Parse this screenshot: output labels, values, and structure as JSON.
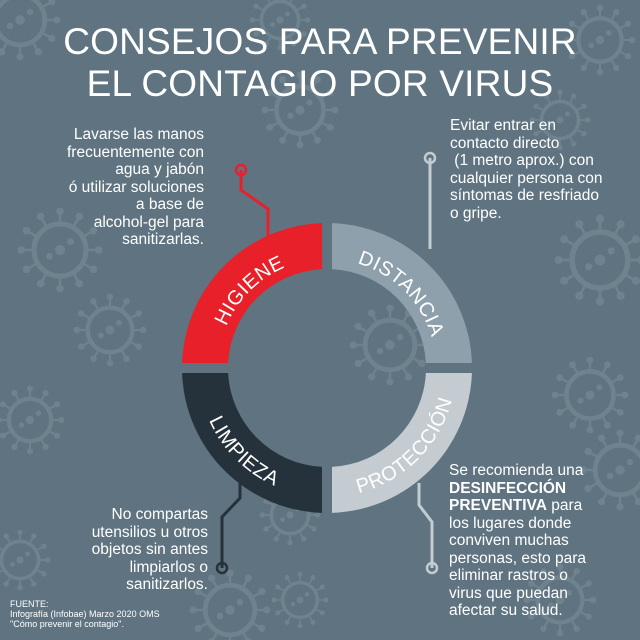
{
  "title": {
    "line1": "CONSEJOS PARA PREVENIR",
    "line2": "EL CONTAGIO POR VIRUS"
  },
  "segments": {
    "higiene": {
      "label": "HIGIENE",
      "color": "#e8202a"
    },
    "distancia": {
      "label": "DISTANCIA",
      "color": "#8ea0ac"
    },
    "limpieza": {
      "label": "LIMPIEZA",
      "color": "#25323b"
    },
    "proteccion": {
      "label": "PROTECCIÓN",
      "color": "#c4ccd2"
    }
  },
  "tips": {
    "higiene": [
      "Lavarse las manos",
      "frecuentemente con",
      "agua y jabón",
      "ó utilizar soluciones",
      "a base de",
      "alcohol-gel para",
      "sanitizarlas."
    ],
    "distancia": [
      "Evitar entrar en",
      "contacto directo",
      " (1 metro aprox.) con",
      "cualquier persona con",
      "síntomas de resfriado",
      "o gripe."
    ],
    "limpieza": [
      "No compartas",
      "utensilios u otros",
      "objetos sin antes",
      "limpiarlos o",
      "sanitizarlos."
    ],
    "proteccion": {
      "line1": "Se recomienda una",
      "bold1": "DESINFECCIÓN",
      "bold2": "PREVENTIVA",
      "line3_rest": " para",
      "rest": [
        "los lugares donde",
        "conviven muchas",
        "personas, esto para",
        "eliminar rastros o",
        "virus que puedan",
        "afectar su salud."
      ]
    }
  },
  "source": {
    "label": "FUENTE:",
    "line1": "Infografía (Infobae) Marzo 2020 OMS",
    "line2": "\"Cómo prevenir el contagio\"."
  },
  "colors": {
    "background": "#5f7480",
    "virus": "#7d909b"
  }
}
